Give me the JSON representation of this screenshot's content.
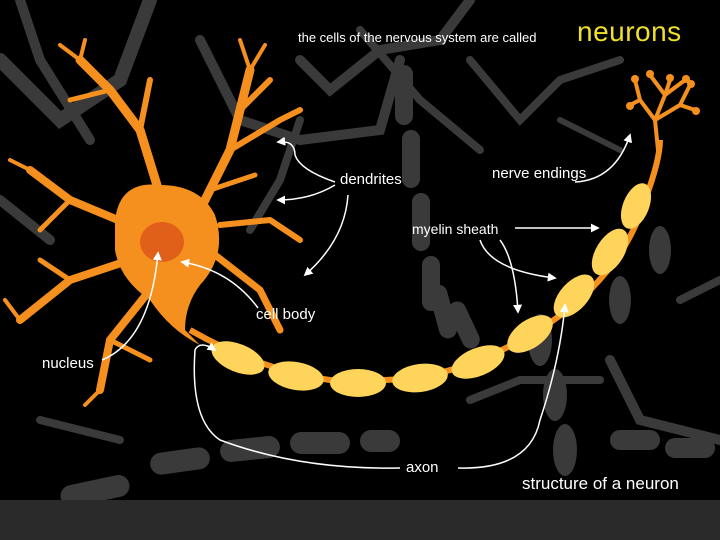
{
  "intro": "the cells of the nervous system are called",
  "title": "neurons",
  "labels": {
    "dendrites": "dendrites",
    "nerve_endings": "nerve endings",
    "myelin_sheath": "myelin sheath",
    "cell_body": "cell body",
    "nucleus": "nucleus",
    "axon": "axon"
  },
  "caption": "structure of a neuron",
  "colors": {
    "background": "#000000",
    "neuron": "#f5901e",
    "nucleus": "#e0601a",
    "myelin": "#ffd45a",
    "background_cells": "#3a3a3a",
    "title": "#f0e02a"
  }
}
